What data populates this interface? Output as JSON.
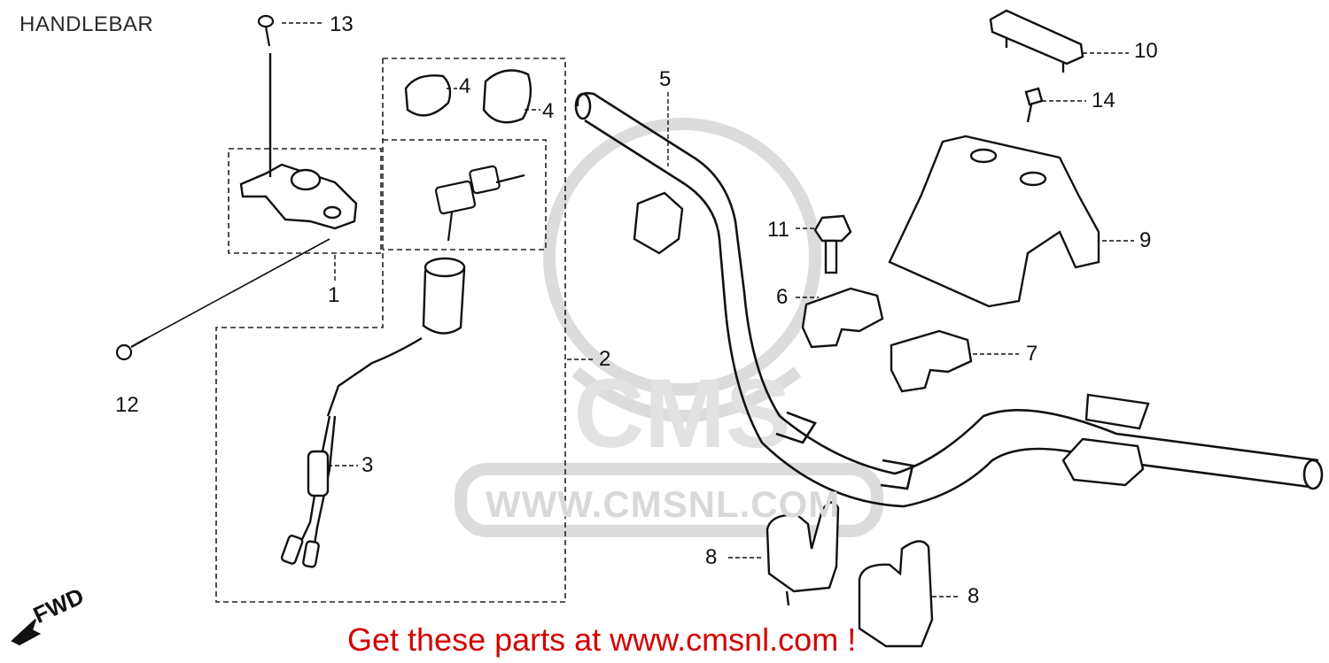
{
  "title": "HANDLEBAR",
  "watermark": {
    "logo": "CMS",
    "url": "WWW.CMSNL.COM"
  },
  "fwd_label": "FWD",
  "footer": "Get these parts at www.cmsnl.com !",
  "callouts": [
    "1",
    "2",
    "3",
    "4",
    "4",
    "5",
    "6",
    "7",
    "8",
    "8",
    "9",
    "10",
    "11",
    "12",
    "13",
    "14"
  ],
  "colors": {
    "line": "#111111",
    "footer": "#d40000",
    "watermark": "#d9d9d9"
  }
}
